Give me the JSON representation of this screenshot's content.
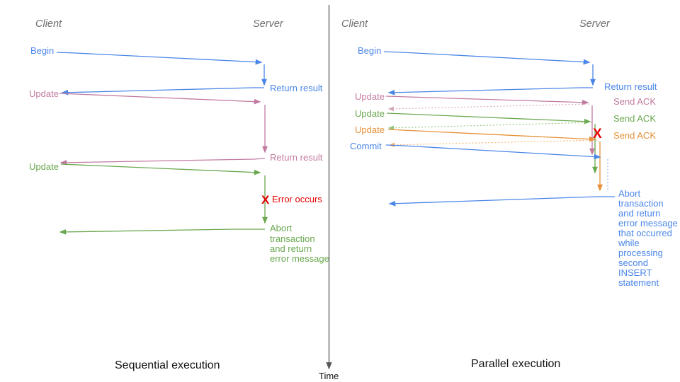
{
  "colors": {
    "blue": "#4a86e8",
    "blue_light": "#8ab4f0",
    "pink": "#c27ba0",
    "pink_light": "#d5a6bd",
    "green": "#6aa84f",
    "green_light": "#93c47d",
    "orange": "#e69138",
    "orange_light": "#f6b26b",
    "red": "#e60000",
    "header_gray": "#6e6e6e",
    "axis_gray": "#595959",
    "caption": "#111111"
  },
  "time_axis": {
    "label": "Time"
  },
  "left": {
    "caption": "Sequential execution",
    "client_header": "Client",
    "server_header": "Server",
    "messages": {
      "begin": "Begin",
      "return1": "Return result",
      "update1": "Update",
      "return2": "Return result",
      "update2": "Update",
      "x": "X",
      "error": "Error occurs",
      "abort_lines": [
        "Abort",
        "transaction",
        "and return",
        "error message"
      ]
    }
  },
  "right": {
    "caption": "Parallel execution",
    "client_header": "Client",
    "server_header": "Server",
    "messages": {
      "begin": "Begin",
      "return1": "Return result",
      "update1": "Update",
      "ack1": "Send ACK",
      "update2": "Update",
      "ack2": "Send ACK",
      "update3": "Update",
      "ack3": "Send ACK",
      "commit": "Commit",
      "x": "X",
      "abort_lines": [
        "Abort",
        "transaction",
        "and return",
        "error message",
        "that occurred",
        "while",
        "processing",
        "second",
        "INSERT",
        "statement"
      ]
    }
  }
}
